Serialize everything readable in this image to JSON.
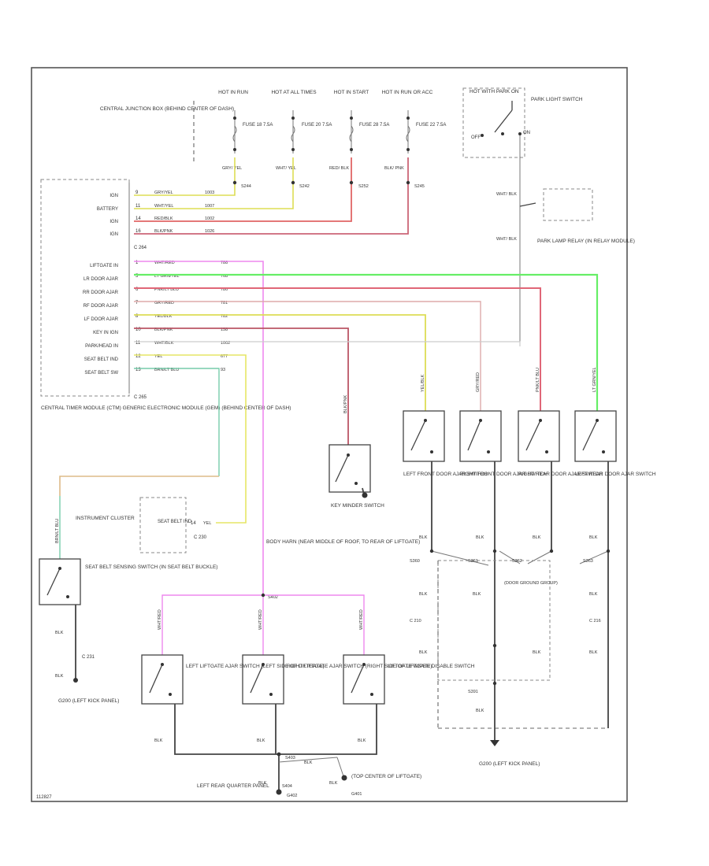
{
  "power": [
    {
      "label": "HOT IN RUN",
      "fuse": "FUSE 18 7.5A",
      "wire": "GRY/ YEL",
      "splice": "S244"
    },
    {
      "label": "HOT AT ALL TIMES",
      "fuse": "FUSE 20 7.5A",
      "wire": "WHT/ YEL",
      "splice": "S242"
    },
    {
      "label": "HOT IN START",
      "fuse": "FUSE 28 7.5A",
      "wire": "RED/ BLK",
      "splice": "S252"
    },
    {
      "label": "HOT IN RUN OR ACC",
      "fuse": "FUSE 22 7.5A",
      "wire": "BLK/ PNK",
      "splice": "S245"
    }
  ],
  "cjb_label": "CENTRAL JUNCTION BOX (BEHIND CENTER OF DASH)",
  "park_switch": {
    "title": "HOT WITH PARK ON",
    "name": "PARK LIGHT SWITCH",
    "off": "OFF",
    "on": "ON",
    "wire": "WHT/ BLK"
  },
  "park_relay": {
    "name": "PARK LAMP RELAY (IN RELAY MODULE)",
    "wire": "WHT/ BLK"
  },
  "ctm_label": "CENTRAL TIMER MODULE (CTM) GENERIC ELECTRONIC MODULE (GEM) (BEHIND CENTER OF DASH)",
  "ctm_connectors": {
    "top": "C 264",
    "bottom": "C 265"
  },
  "ctm_pins": [
    {
      "name": "IGN",
      "pin": "9",
      "wire": "GRY/YEL",
      "circuit": "1003"
    },
    {
      "name": "BATTERY",
      "pin": "11",
      "wire": "WHT/YEL",
      "circuit": "1007"
    },
    {
      "name": "IGN",
      "pin": "14",
      "wire": "RED/BLK",
      "circuit": "1002"
    },
    {
      "name": "IGN",
      "pin": "16",
      "wire": "BLK/PNK",
      "circuit": "1026"
    },
    {
      "name": "LIFTGATE IN",
      "pin": "1",
      "wire": "WHT/RED",
      "circuit": "788"
    },
    {
      "name": "LR DOOR AJAR",
      "pin": "5",
      "wire": "LT GRN/YEL",
      "circuit": "768"
    },
    {
      "name": "RR DOOR AJAR",
      "pin": "6",
      "wire": "PNK/LT BLU",
      "circuit": "780"
    },
    {
      "name": "RF DOOR AJAR",
      "pin": "7",
      "wire": "GRY/RED",
      "circuit": "781"
    },
    {
      "name": "LF DOOR AJAR",
      "pin": "8",
      "wire": "YEL/BLK",
      "circuit": "782"
    },
    {
      "name": "KEY IN IGN",
      "pin": "10",
      "wire": "BLK/PNK",
      "circuit": "158"
    },
    {
      "name": "PARK/HEAD IN",
      "pin": "11",
      "wire": "WHT/BLK",
      "circuit": "1002"
    },
    {
      "name": "SEAT BELT IND",
      "pin": "12",
      "wire": "YEL",
      "circuit": "677"
    },
    {
      "name": "SEAT BELT SW",
      "pin": "13",
      "wire": "BRN/LT BLU",
      "circuit": "93"
    }
  ],
  "door_switches": [
    {
      "name": "LEFT FRONT DOOR AJAR SWITCH",
      "wire": "YEL/BLK"
    },
    {
      "name": "RIGHT FRONT DOOR AJAR SWITCH",
      "wire": "GRY/RED"
    },
    {
      "name": "RIGHT REAR DOOR AJAR SWITCH",
      "wire": "PNK/LT BLU"
    },
    {
      "name": "LEFT REAR DOOR AJAR SWITCH",
      "wire": "LT GRN/YEL"
    }
  ],
  "key_switch": {
    "name": "KEY MINDER SWITCH",
    "wire": "BLK/PNK"
  },
  "instrument_cluster": {
    "name": "INSTRUMENT CLUSTER",
    "item": "SEAT BELT IND",
    "pin": "14",
    "wire": "YEL",
    "connector": "C 230"
  },
  "seat_belt_switch": {
    "name": "SEAT BELT SENSING SWITCH (IN SEAT BELT BUCKLE)",
    "wire": "BRN/LT BLU",
    "ground_wire": "BLK",
    "connector": "C 231",
    "ground": "G200 (LEFT KICK PANEL)"
  },
  "body_harness_note": "BODY HARN (NEAR MIDDLE OF ROOF, TO REAR OF LIFTGATE)",
  "liftgate_splice": "S402",
  "liftgate_switches": [
    {
      "name": "LEFT LIFTGATE AJAR SWITCH (LEFT SIDE OF LIFTGATE)",
      "wire": "WHT/RED"
    },
    {
      "name": "RIGHT LIFTGATE AJAR SWITCH (RIGHT SIDE OF LIFTGATE)",
      "wire": "WHT/RED"
    },
    {
      "name": "LIFTGATE WIPER DISABLE SWITCH",
      "wire": "WHT/RED"
    }
  ],
  "ground_labels": {
    "blk": "BLK",
    "s403": "S403",
    "s404": "S404",
    "liftgate_center": "(TOP CENTER OF LIFTGATE)",
    "g401": "G401",
    "left_rear": "LEFT REAR QUARTER PANEL",
    "g402": "G402",
    "door_splices": [
      "S360",
      "S361",
      "S362",
      "S363"
    ],
    "c_left": "C 210",
    "c_right": "C 216",
    "door_group": "(DOOR GROUND GROUP)",
    "s391": "S391",
    "g200": "G200 (LEFT KICK PANEL)"
  },
  "ref": "112827"
}
